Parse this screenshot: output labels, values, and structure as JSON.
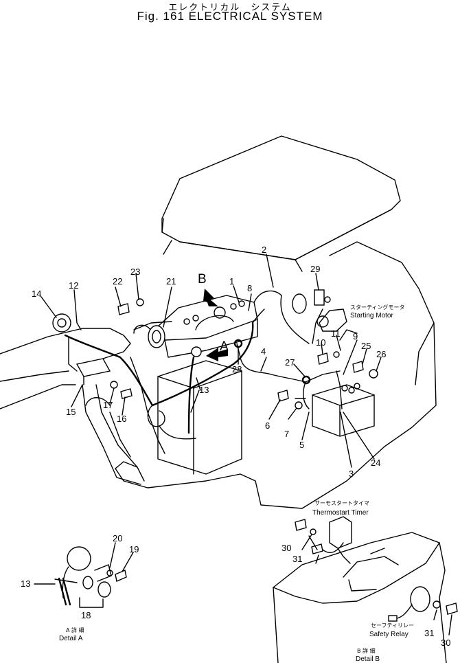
{
  "title": {
    "japanese": "エレクトリカル　システム",
    "english": "Fig. 161   ELECTRICAL SYSTEM"
  },
  "view_markers": {
    "a": "A",
    "b": "B"
  },
  "callouts": {
    "n1": "1",
    "n2": "2",
    "n3": "3",
    "n4": "4",
    "n5": "5",
    "n6": "6",
    "n7": "7",
    "n8": "8",
    "n9": "9",
    "n10": "10",
    "n11": "11",
    "n12": "12",
    "n13": "13",
    "n14": "14",
    "n15": "15",
    "n16": "16",
    "n17": "17",
    "n18": "18",
    "n19": "19",
    "n20": "20",
    "n21": "21",
    "n22": "22",
    "n23": "23",
    "n24": "24",
    "n25": "25",
    "n26": "26",
    "n27": "27",
    "n28": "28",
    "n29": "29",
    "n30": "30",
    "n31": "31"
  },
  "labels": {
    "starting_motor_jp": "スターティングモータ",
    "starting_motor": "Starting Motor",
    "thermostart_timer_jp": "サーモスタートタイマ",
    "thermostart_timer": "Thermostart Timer",
    "safety_relay_jp": "セーフティリレー",
    "safety_relay": "Safety Relay",
    "detail_a_jp": "A 詳 細",
    "detail_a": "Detail A",
    "detail_b_jp": "B 詳 細",
    "detail_b": "Detail B"
  }
}
